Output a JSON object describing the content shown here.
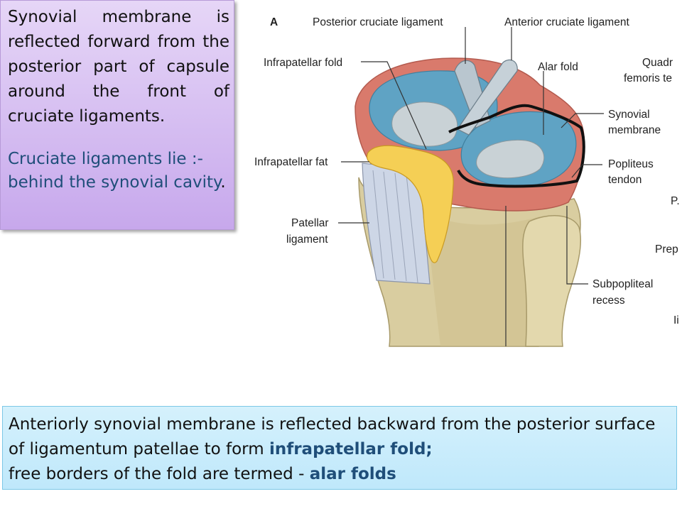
{
  "top_box": {
    "line1": "Synovial membrane is reflected forward from the posterior part of capsule around the front of cruciate ligaments.",
    "line2a": "Cruciate ligaments lie :-",
    "line2b": "behind the synovial cavity",
    "line2b_dot": "."
  },
  "figure": {
    "panel": "A",
    "labels": {
      "posterior_cruciate": "Posterior cruciate ligament",
      "anterior_cruciate": "Anterior cruciate ligament",
      "infrapatellar_fold": "Infrapatellar fold",
      "alar_fold": "Alar fold",
      "quadriceps_1": "Quadr",
      "quadriceps_2": "femoris te",
      "synovial_1": "Synovial",
      "synovial_2": "membrane",
      "infrapatellar_fat": "Infrapatellar fat",
      "popliteus_1": "Popliteus",
      "popliteus_2": "tendon",
      "p_cut": "P.",
      "patellar_1": "Patellar",
      "patellar_2": "ligament",
      "prep_cut": "Prep",
      "subpopliteal_1": "Subpopliteal",
      "subpopliteal_2": "recess",
      "ii_cut": "Ii"
    }
  },
  "bottom_box": {
    "text1": "Anteriorly synovial membrane is reflected backward from the posterior surface",
    "text2a": "of  ligamentum patellae to form ",
    "text2b": "infrapatellar fold;",
    "text3a": "free borders of the fold are termed - ",
    "text3b": "alar folds"
  },
  "colors": {
    "purple_box": "#d5bdf1",
    "blue_box": "#bfe8fb",
    "heading_blue": "#1f4e79",
    "bone": "#d9cda0",
    "synovial_blue": "#5fa3c4",
    "capsule_pink": "#d97a6c",
    "fat_yellow": "#f5cf55"
  }
}
